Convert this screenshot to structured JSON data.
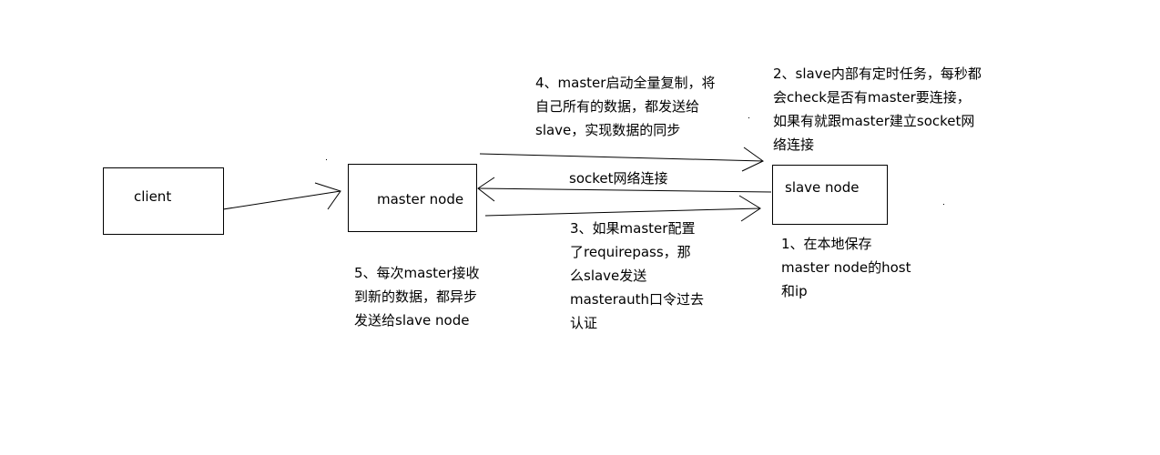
{
  "nodes": {
    "client": "client",
    "master": "master node",
    "slave": "slave node"
  },
  "connection_label": "socket网络连接",
  "notes": {
    "step1": [
      "1、在本地保存",
      "master node的host",
      "和ip"
    ],
    "step2": [
      "2、slave内部有定时任务，每秒都",
      "会check是否有master要连接，",
      "如果有就跟master建立socket网",
      "络连接"
    ],
    "step3": [
      "3、如果master配置",
      "了requirepass，那",
      "么slave发送",
      "masterauth口令过去",
      "认证"
    ],
    "step4": [
      "4、master启动全量复制，将",
      "自己所有的数据，都发送给",
      "slave，实现数据的同步"
    ],
    "step5": [
      "5、每次master接收",
      "到新的数据，都异步",
      "发送给slave node"
    ]
  },
  "colors": {
    "stroke": "#000000",
    "background": "#ffffff"
  }
}
